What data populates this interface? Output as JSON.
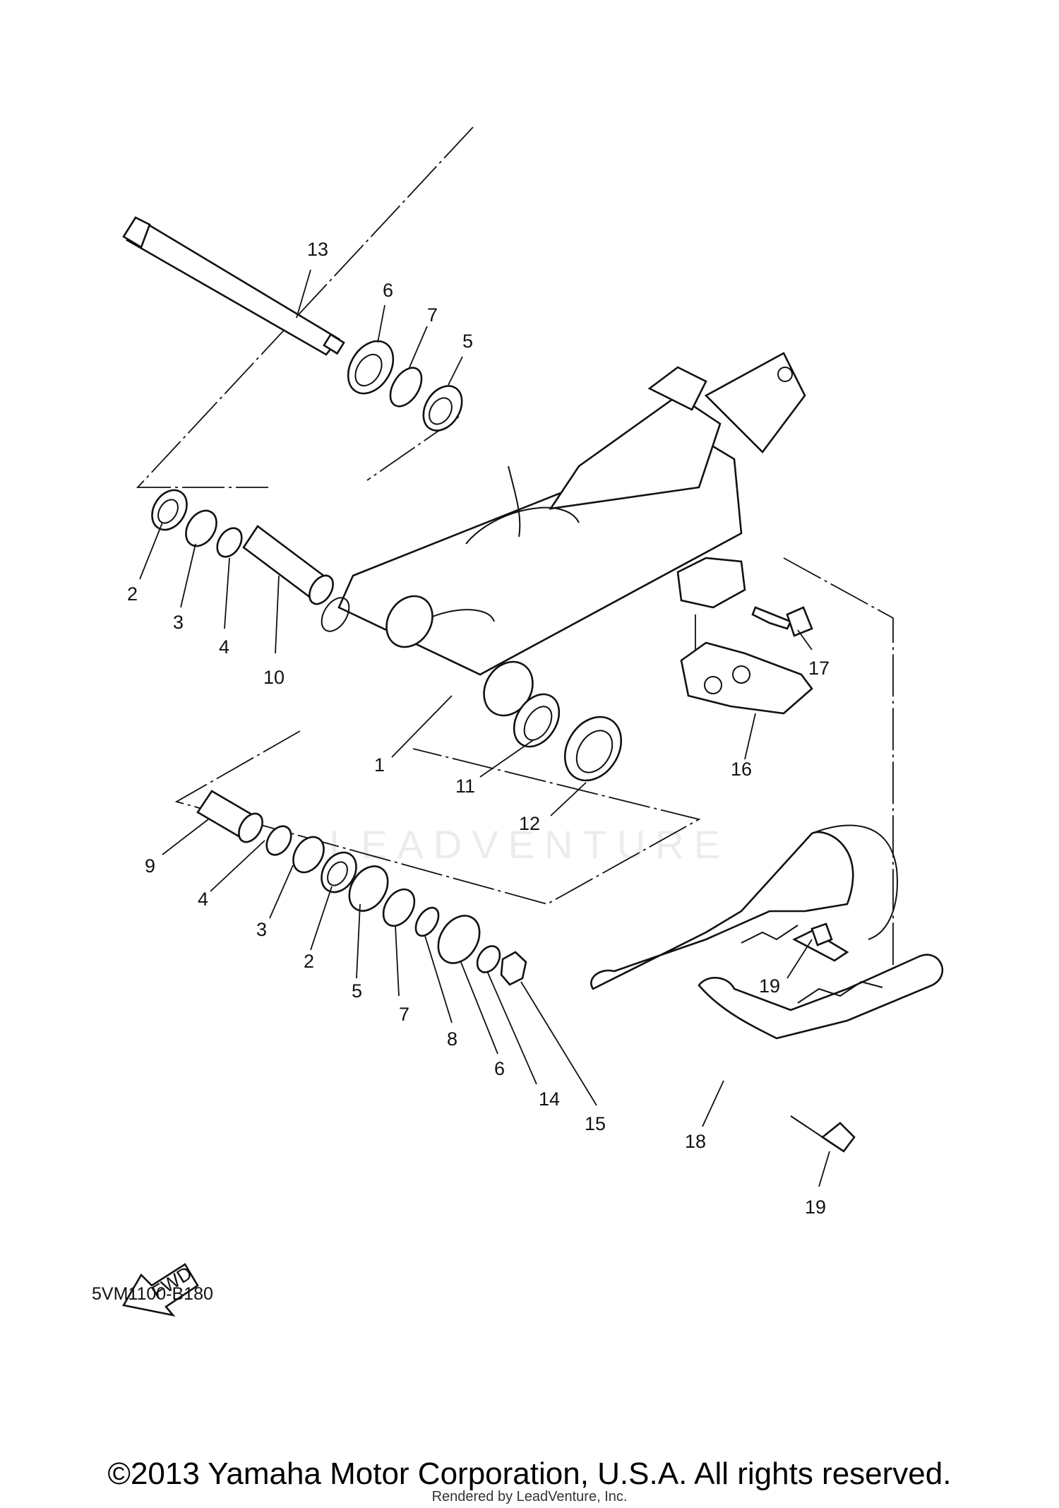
{
  "diagram": {
    "watermark": "LEADVENTURE",
    "code": "5VM1100-B180",
    "fwd_label": "FWD",
    "copyright": "©2013 Yamaha Motor Corporation, U.S.A. All rights reserved.",
    "rendered_by": "Rendered by LeadVenture, Inc.",
    "callouts": [
      {
        "id": "c13",
        "label": "13"
      },
      {
        "id": "c6a",
        "label": "6"
      },
      {
        "id": "c7a",
        "label": "7"
      },
      {
        "id": "c5a",
        "label": "5"
      },
      {
        "id": "c2a",
        "label": "2"
      },
      {
        "id": "c3a",
        "label": "3"
      },
      {
        "id": "c4a",
        "label": "4"
      },
      {
        "id": "c10",
        "label": "10"
      },
      {
        "id": "c1",
        "label": "1"
      },
      {
        "id": "c11",
        "label": "11"
      },
      {
        "id": "c12",
        "label": "12"
      },
      {
        "id": "c16",
        "label": "16"
      },
      {
        "id": "c17",
        "label": "17"
      },
      {
        "id": "c9",
        "label": "9"
      },
      {
        "id": "c4b",
        "label": "4"
      },
      {
        "id": "c3b",
        "label": "3"
      },
      {
        "id": "c2b",
        "label": "2"
      },
      {
        "id": "c5b",
        "label": "5"
      },
      {
        "id": "c7b",
        "label": "7"
      },
      {
        "id": "c8",
        "label": "8"
      },
      {
        "id": "c6b",
        "label": "6"
      },
      {
        "id": "c14",
        "label": "14"
      },
      {
        "id": "c15",
        "label": "15"
      },
      {
        "id": "c19a",
        "label": "19"
      },
      {
        "id": "c18",
        "label": "18"
      },
      {
        "id": "c19b",
        "label": "19"
      }
    ]
  }
}
